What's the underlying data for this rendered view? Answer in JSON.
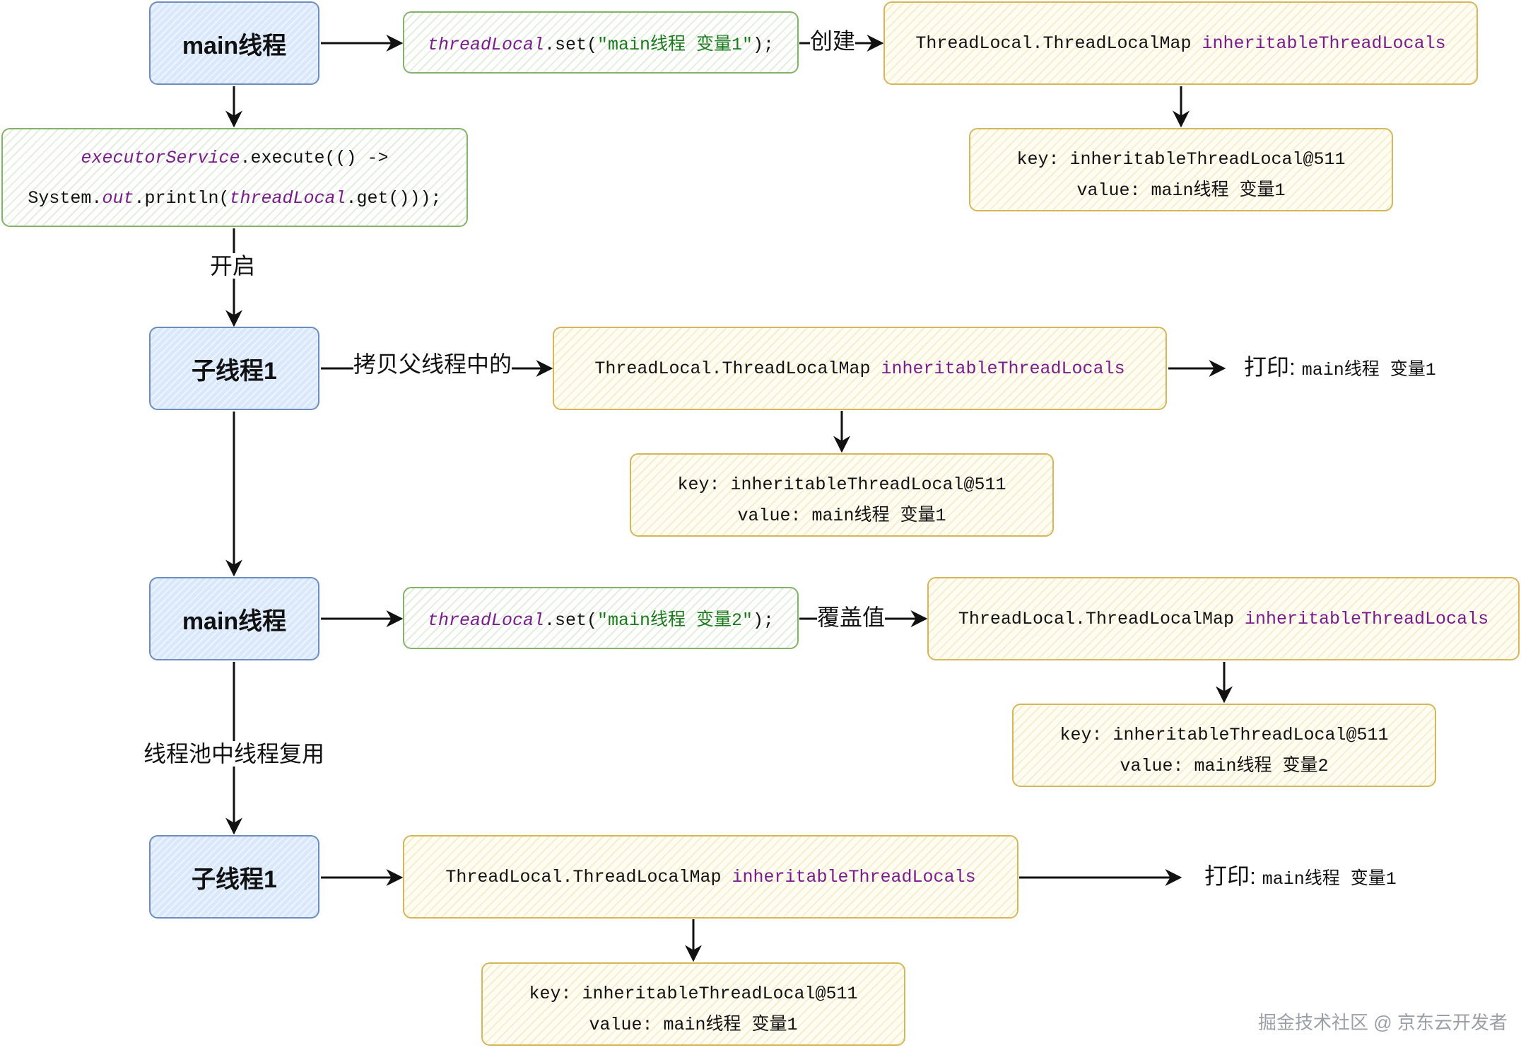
{
  "blocks": {
    "main1": "main线程",
    "child1": "子线程1",
    "main2": "main线程",
    "child2": "子线程1"
  },
  "set1": {
    "var": "threadLocal",
    "method": ".set(",
    "str": "\"main线程 变量1\"",
    "end": ");"
  },
  "set2": {
    "var": "threadLocal",
    "method": ".set(",
    "str": "\"main线程 变量2\"",
    "end": ");"
  },
  "exec": {
    "line1_var": "executorService",
    "line1_rest": ".execute(() ->",
    "line2_a": "System.",
    "line2_out": "out",
    "line2_b": ".println(",
    "line2_var": "threadLocal",
    "line2_c": ".get()));"
  },
  "map": {
    "type": "ThreadLocal.ThreadLocalMap",
    "field": "inheritableThreadLocals"
  },
  "entry": {
    "key": "key: inheritableThreadLocal@511",
    "value1": "value: main线程 变量1",
    "value2": "value: main线程 变量2"
  },
  "labels": {
    "create": "创建",
    "start": "开启",
    "copy": "拷贝父线程中的",
    "overwrite": "覆盖值",
    "reuse": "线程池中线程复用"
  },
  "print": {
    "prefix": "打印:",
    "value": "main线程 变量1"
  },
  "watermark": "掘金技术社区 @ 京东云开发者"
}
